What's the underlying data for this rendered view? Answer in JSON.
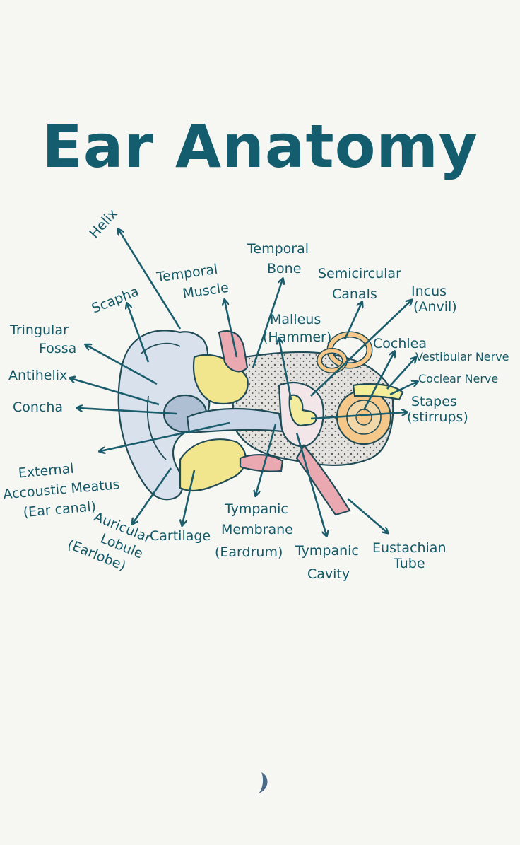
{
  "title": "Ear Anatomy",
  "labels": {
    "helix": "Helix",
    "temporal_muscle_1": "Temporal",
    "temporal_muscle_2": "Muscle",
    "temporal_bone_1": "Temporal",
    "temporal_bone_2": "Bone",
    "semicircular_1": "Semicircular",
    "semicircular_2": "Canals",
    "incus_1": "Incus",
    "incus_2": "(Anvil)",
    "scapha": "Scapha",
    "tringular_1": "Tringular",
    "tringular_2": "Fossa",
    "malleus_1": "Malleus",
    "malleus_2": "(Hammer)",
    "cochlea": "Cochlea",
    "vestibular_nerve": "Vestibular Nerve",
    "coclear_nerve": "Coclear Nerve",
    "antihelix": "Antihelix",
    "concha": "Concha",
    "stapes_1": "Stapes",
    "stapes_2": "(stirrups)",
    "external_1": "External",
    "external_2": "Accoustic Meatus",
    "external_3": "(Ear canal)",
    "auricular_1": "Auricular",
    "auricular_2": "Lobule",
    "auricular_3": "(Earlobe)",
    "cartilage": "Cartilage",
    "tympanic_membrane_1": "Tympanic",
    "tympanic_membrane_2": "Membrane",
    "tympanic_membrane_3": "(Eardrum)",
    "tympanic_cavity_1": "Tympanic",
    "tympanic_cavity_2": "Cavity",
    "eustachian_1": "Eustachian",
    "eustachian_2": "Tube"
  },
  "colors": {
    "text": "#155a68",
    "outer_ear": "#d9e1ec",
    "cartilage": "#f1e58d",
    "muscle": "#eaa9b1",
    "bone": "#e2e0dc",
    "cochlea": "#f5c88a"
  }
}
